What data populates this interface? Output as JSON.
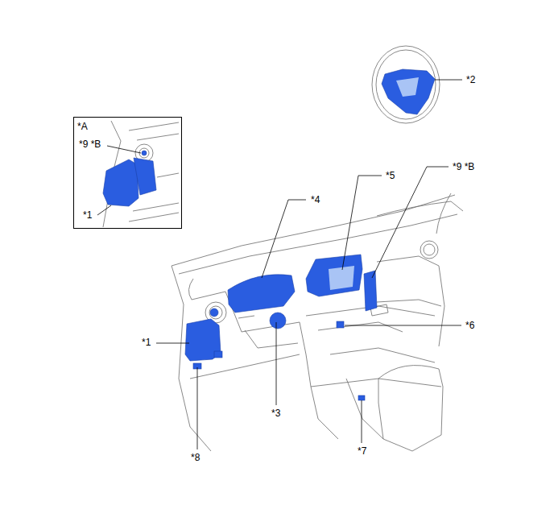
{
  "diagram": {
    "nodes": [
      {
        "text": [
          "*A"
        ]
      }
    ],
    "labels": [
      "*2",
      "*9 *B",
      "*1",
      "*5",
      "*4",
      "*9 *B",
      "*6",
      "*1",
      "*3",
      "*8",
      "*7"
    ]
  }
}
